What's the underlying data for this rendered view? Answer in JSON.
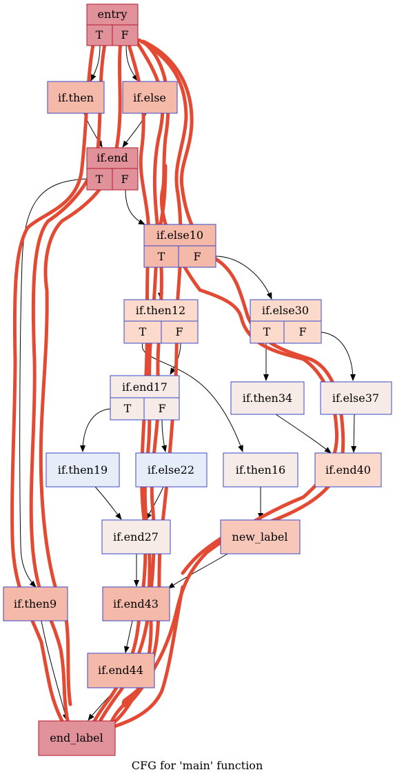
{
  "title": "CFG for 'main' function",
  "colors": {
    "border_dark": "#b2182b",
    "border_blue": "#3a47c8",
    "fill_hot": "#e0919a",
    "fill_warm": "#f4b9a9",
    "fill_mid": "#f7c7b9",
    "fill_light": "#fbd9cb",
    "fill_pale": "#f6ebe6",
    "fill_cool": "#e6ecf8",
    "highlight": "#e34a33"
  },
  "nodes": {
    "entry": {
      "label": "entry",
      "t": "T",
      "f": "F"
    },
    "if_then": {
      "label": "if.then"
    },
    "if_else": {
      "label": "if.else"
    },
    "if_end": {
      "label": "if.end",
      "t": "T",
      "f": "F"
    },
    "if_else10": {
      "label": "if.else10",
      "t": "T",
      "f": "F"
    },
    "if_then12": {
      "label": "if.then12",
      "t": "T",
      "f": "F"
    },
    "if_else30": {
      "label": "if.else30",
      "t": "T",
      "f": "F"
    },
    "if_end17": {
      "label": "if.end17",
      "t": "T",
      "f": "F"
    },
    "if_then34": {
      "label": "if.then34"
    },
    "if_else37": {
      "label": "if.else37"
    },
    "if_then19": {
      "label": "if.then19"
    },
    "if_else22": {
      "label": "if.else22"
    },
    "if_then16": {
      "label": "if.then16"
    },
    "if_end40": {
      "label": "if.end40"
    },
    "if_end27": {
      "label": "if.end27"
    },
    "new_label": {
      "label": "new_label"
    },
    "if_then9": {
      "label": "if.then9"
    },
    "if_end43": {
      "label": "if.end43"
    },
    "if_end44": {
      "label": "if.end44"
    },
    "end_label": {
      "label": "end_label"
    }
  }
}
